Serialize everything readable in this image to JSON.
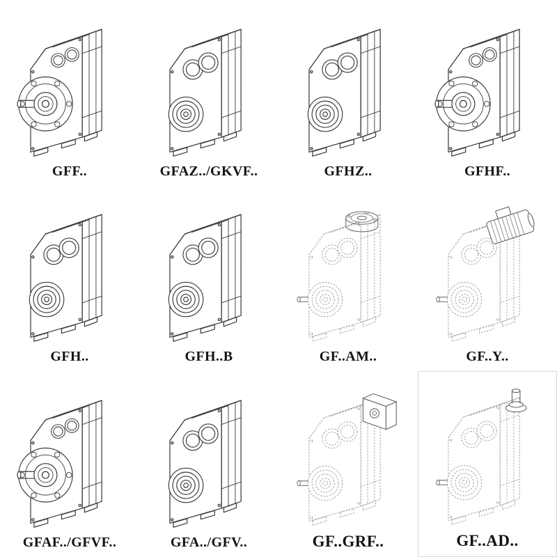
{
  "page": {
    "background": "#ffffff",
    "box_border_color": "#d8d8d8",
    "line_color": "#3a3a3a",
    "outline_color": "#979797"
  },
  "catalog": {
    "items": [
      {
        "label": "GFF..",
        "figure": "helical-gearbox-output-flange"
      },
      {
        "label": "GFAZ../GKVF..",
        "figure": "helical-gearbox-shaft-mounted"
      },
      {
        "label": "GFHZ..",
        "figure": "helical-gearbox-hollow-shaft"
      },
      {
        "label": "GFHF..",
        "figure": "helical-gearbox-flange-hollow-shaft"
      },
      {
        "label": "GFH..",
        "figure": "helical-gearbox-hollow-shaft"
      },
      {
        "label": "GFH..B",
        "figure": "helical-gearbox-hollow-shaft-foot"
      },
      {
        "label": "GF..AM..",
        "figure": "gearbox-with-motor-adapter-flange-outline"
      },
      {
        "label": "GF..Y..",
        "figure": "gearbox-with-mounted-motor-outline"
      },
      {
        "label": "GFAF../GFVF..",
        "figure": "helical-gearbox-output-flange"
      },
      {
        "label": "GFA../GFV..",
        "figure": "helical-gearbox-shaft-mounted"
      },
      {
        "label": "GF..GRF..",
        "figure": "gearbox-with-adapter-unit-outline"
      },
      {
        "label": "GF..AD..",
        "figure": "gearbox-with-input-shaft-adapter-outline"
      }
    ]
  }
}
